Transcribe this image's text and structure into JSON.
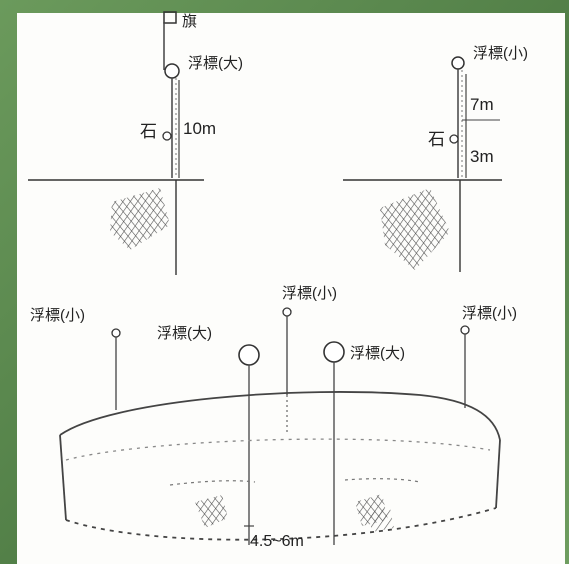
{
  "labels": {
    "flag": "旗",
    "float_large_top": "浮標(大)",
    "stone_left": "石",
    "depth_left": "10m",
    "float_small_top": "浮標(小)",
    "depth_upper_right": "7m",
    "stone_right": "石",
    "depth_lower_right": "3m",
    "float_small_bottom_left": "浮標(小)",
    "float_large_bottom_left": "浮標(大)",
    "float_small_bottom_center": "浮標(小)",
    "float_large_bottom_right": "浮標(大)",
    "float_small_bottom_right": "浮標(小)",
    "net_height": "4.5~6m"
  }
}
